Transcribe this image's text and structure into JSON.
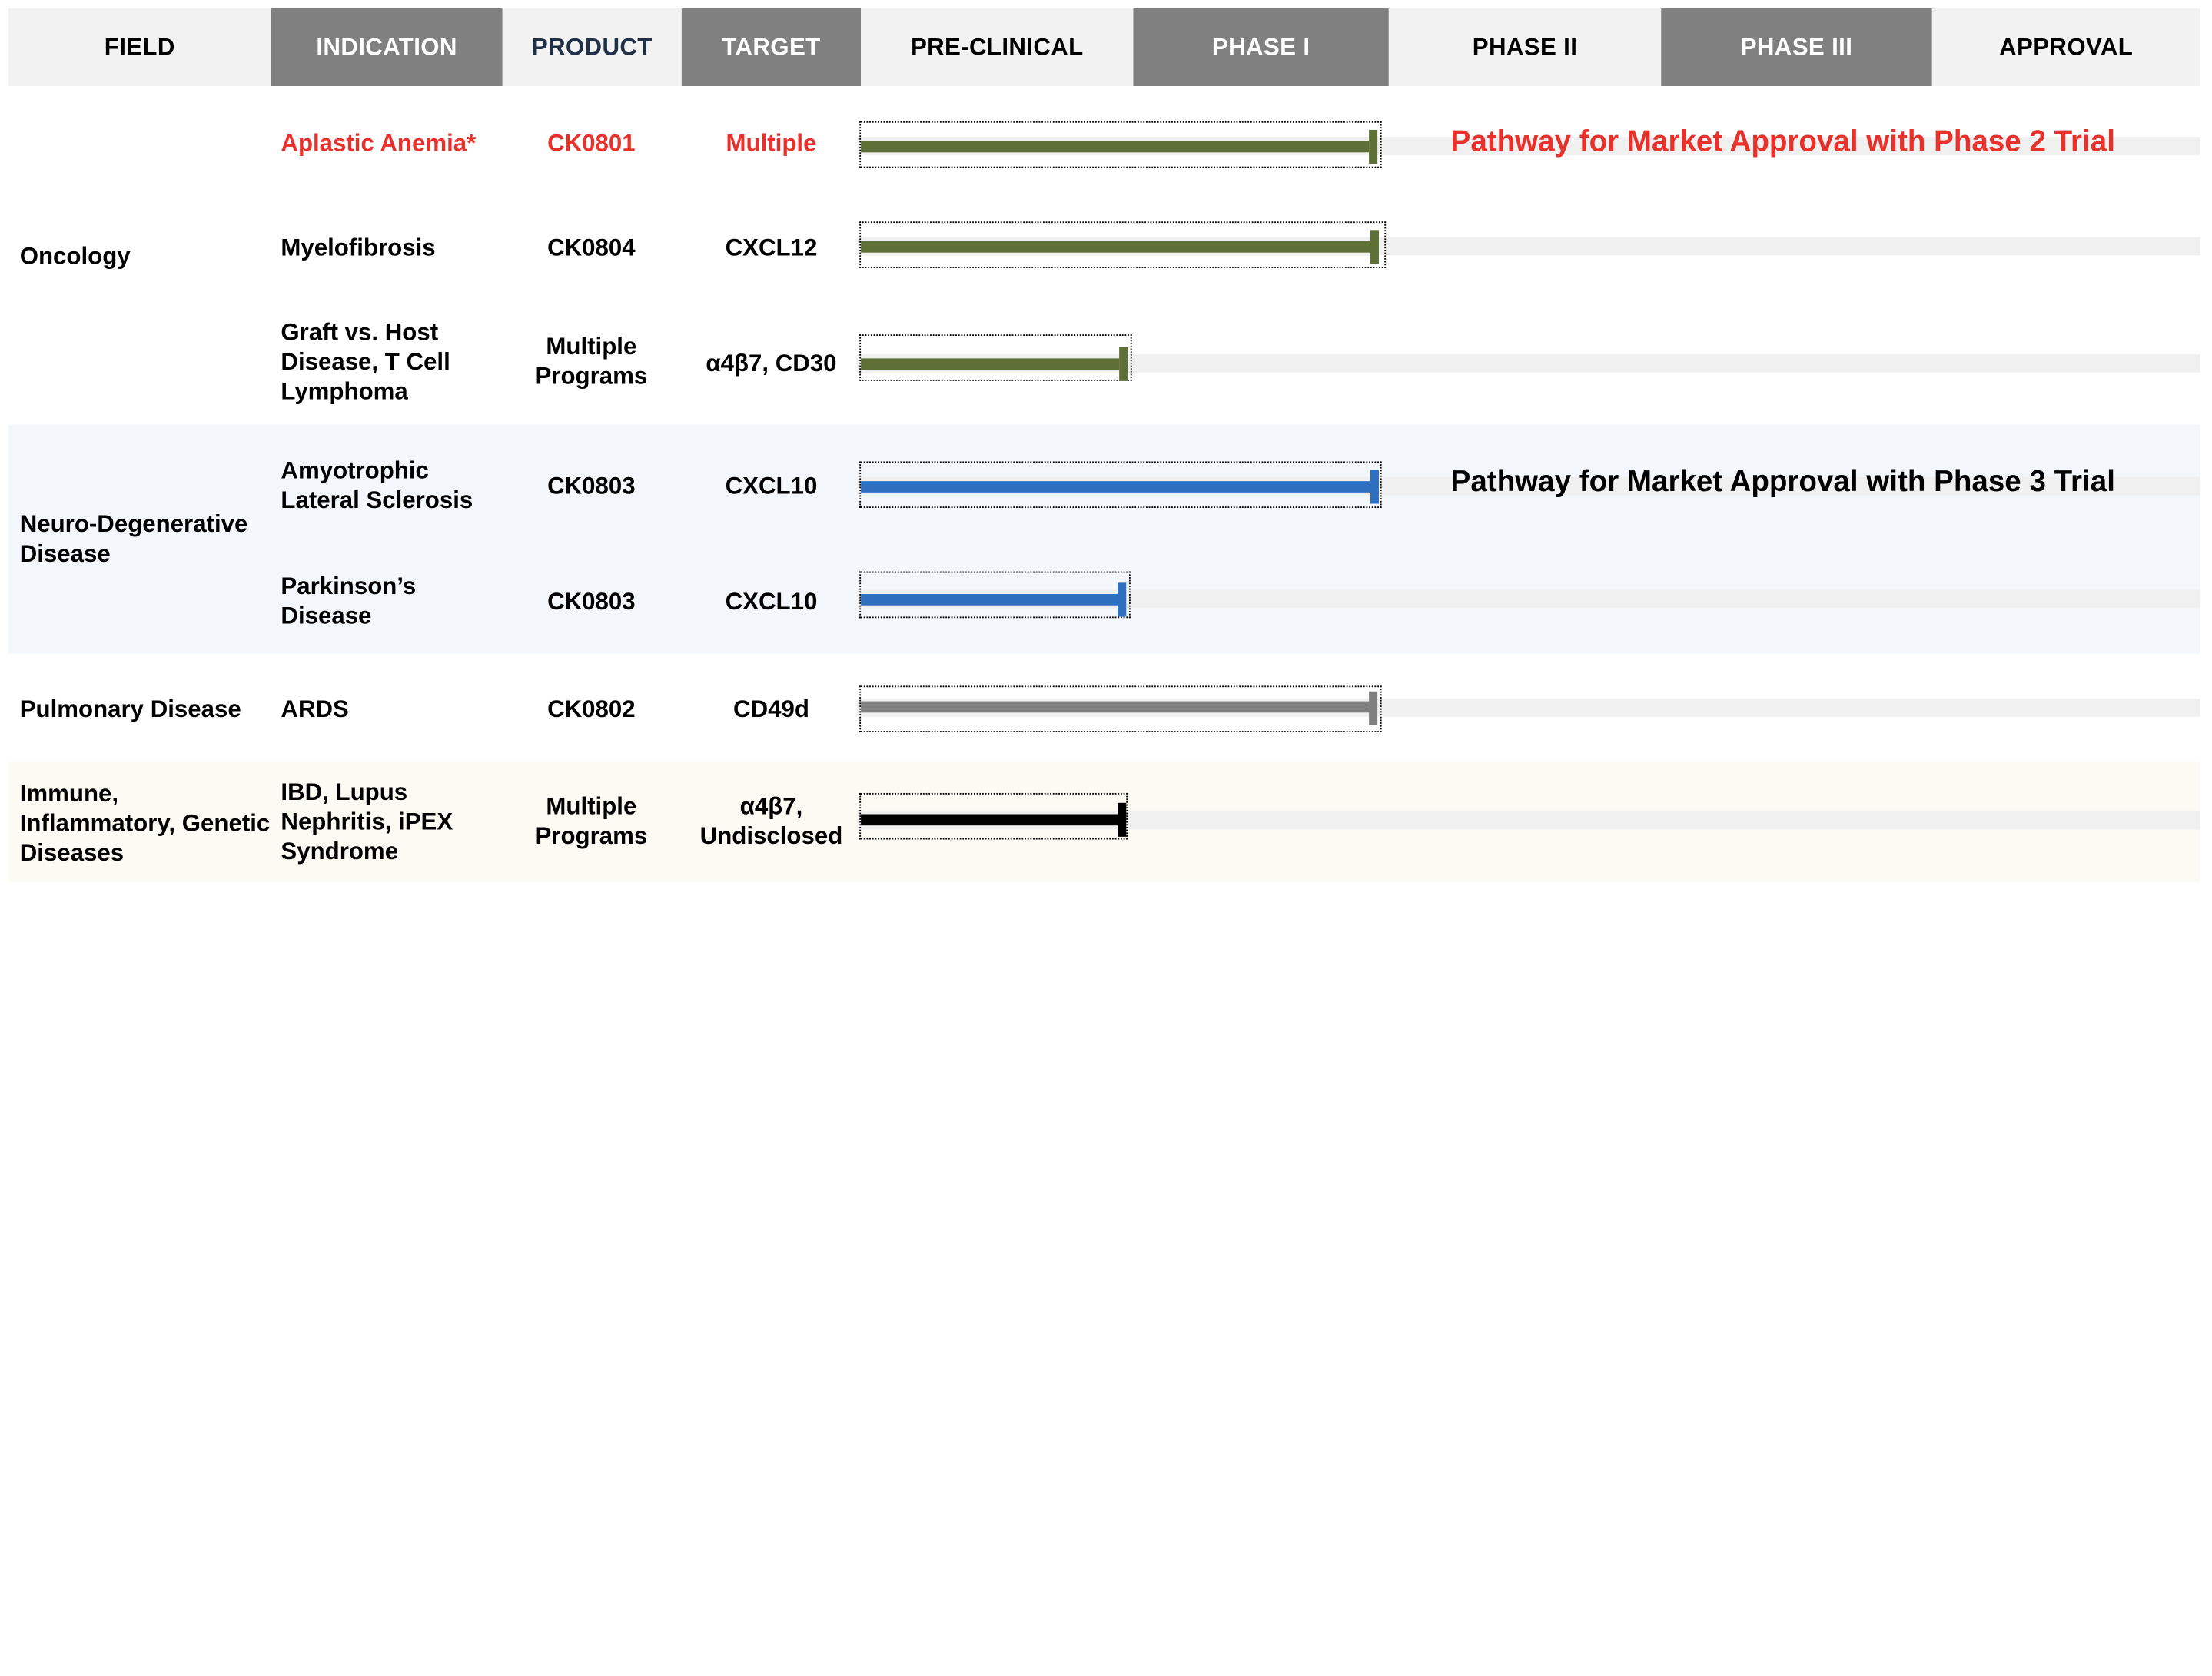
{
  "header": {
    "field": "FIELD",
    "indication": "INDICATION",
    "product": "PRODUCT",
    "target": "TARGET",
    "preclinical": "PRE-CLINICAL",
    "phase1": "PHASE I",
    "phase2": "PHASE II",
    "phase3": "PHASE III",
    "approval": "APPROVAL"
  },
  "fields": {
    "oncology": "Oncology",
    "neuro": "Neuro-Degenerative Disease",
    "pulmonary": "Pulmonary Disease",
    "immune": "Immune, Inflammatory, Genetic Diseases"
  },
  "rows": [
    {
      "indication": "Aplastic Anemia*",
      "product": "CK0801",
      "target": "Multiple",
      "highlight_color": "#e8312a",
      "stage": "Phase I complete",
      "bar_color": "#5f7036"
    },
    {
      "indication": "Myelofibrosis",
      "product": "CK0804",
      "target": "CXCL12",
      "stage": "Phase I complete",
      "bar_color": "#5f7036"
    },
    {
      "indication": "Graft vs. Host Disease, T Cell Lymphoma",
      "product": "Multiple Programs",
      "target": "α4β7, CD30",
      "stage": "Pre-clinical complete",
      "bar_color": "#5f7036"
    },
    {
      "indication": "Amyotrophic Lateral Sclerosis",
      "product": "CK0803",
      "target": "CXCL10",
      "stage": "Phase I complete",
      "bar_color": "#2f6fbf"
    },
    {
      "indication": "Parkinson’s Disease",
      "product": "CK0803",
      "target": "CXCL10",
      "stage": "Pre-clinical complete",
      "bar_color": "#2f6fbf"
    },
    {
      "indication": "ARDS",
      "product": "CK0802",
      "target": "CD49d",
      "stage": "Phase I complete",
      "bar_color": "#808080"
    },
    {
      "indication": "IBD, Lupus Nephritis, iPEX Syndrome",
      "product": "Multiple Programs",
      "target": "α4β7, Undisclosed",
      "stage": "Pre-clinical complete",
      "bar_color": "#000000"
    }
  ],
  "pathways": {
    "phase2": "Pathway for Market Approval with Phase 2 Trial",
    "phase3": "Pathway for Market Approval with Phase 3 Trial"
  },
  "colors": {
    "header_dark": "#808080",
    "header_light": "#f2f2f2",
    "product_header": "#1f3047",
    "highlight_red": "#e8312a",
    "neuro_band": "#f3f6fb",
    "immune_band": "#fbfaf3",
    "track": "#f0f0f0"
  }
}
